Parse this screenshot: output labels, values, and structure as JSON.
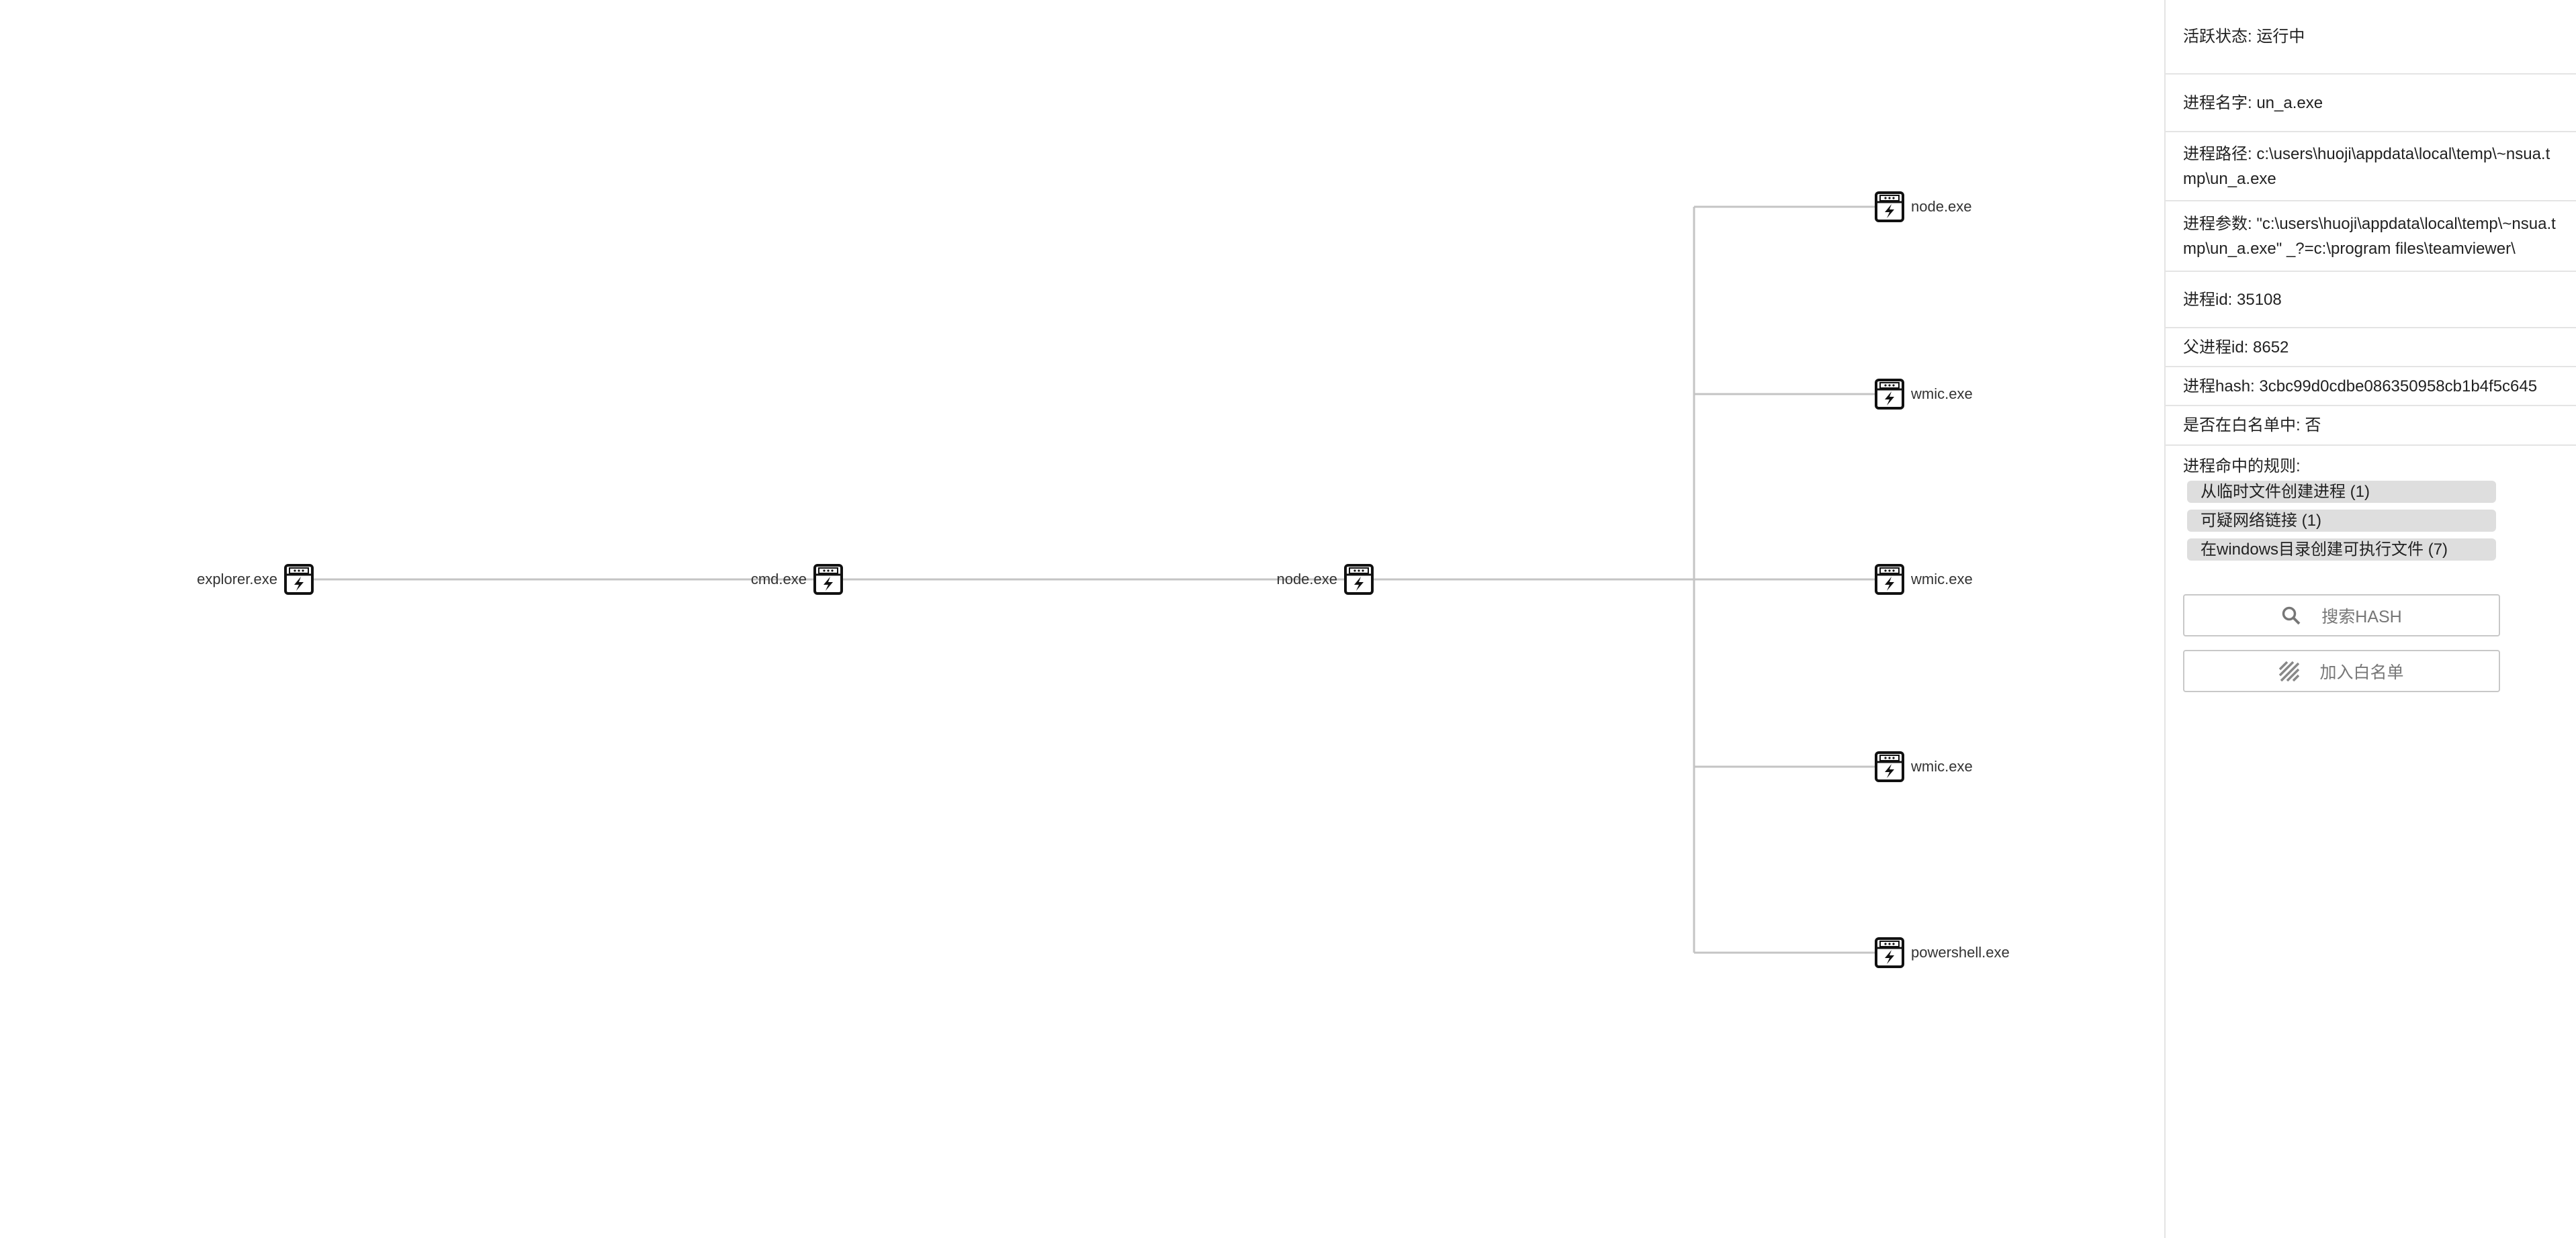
{
  "graph": {
    "root": {
      "label": "explorer.exe",
      "icon": "process-icon"
    },
    "chain": [
      {
        "label": "cmd.exe",
        "icon": "process-icon"
      },
      {
        "label": "node.exe",
        "icon": "process-icon"
      }
    ],
    "children": [
      {
        "label": "node.exe",
        "icon": "process-icon"
      },
      {
        "label": "wmic.exe",
        "icon": "process-icon"
      },
      {
        "label": "wmic.exe",
        "icon": "process-icon"
      },
      {
        "label": "wmic.exe",
        "icon": "process-icon"
      },
      {
        "label": "powershell.exe",
        "icon": "process-icon"
      }
    ]
  },
  "panel": {
    "status": "活跃状态: 运行中",
    "name": "进程名字: un_a.exe",
    "path": "进程路径: c:\\users\\huoji\\appdata\\local\\temp\\~nsua.tmp\\un_a.exe",
    "args": "进程参数: \"c:\\users\\huoji\\appdata\\local\\temp\\~nsua.tmp\\un_a.exe\" _?=c:\\program files\\teamviewer\\",
    "pid": "进程id: 35108",
    "ppid": "父进程id: 8652",
    "hash": "进程hash: 3cbc99d0cdbe086350958cb1b4f5c645",
    "whitelist": "是否在白名单中: 否",
    "rules_title": "进程命中的规则:",
    "rules": [
      "从临时文件创建进程 (1)",
      "可疑网络链接 (1)",
      "在windows目录创建可执行文件 (7)"
    ],
    "search_hash_label": "搜索HASH",
    "add_whitelist_label": "加入白名单"
  }
}
